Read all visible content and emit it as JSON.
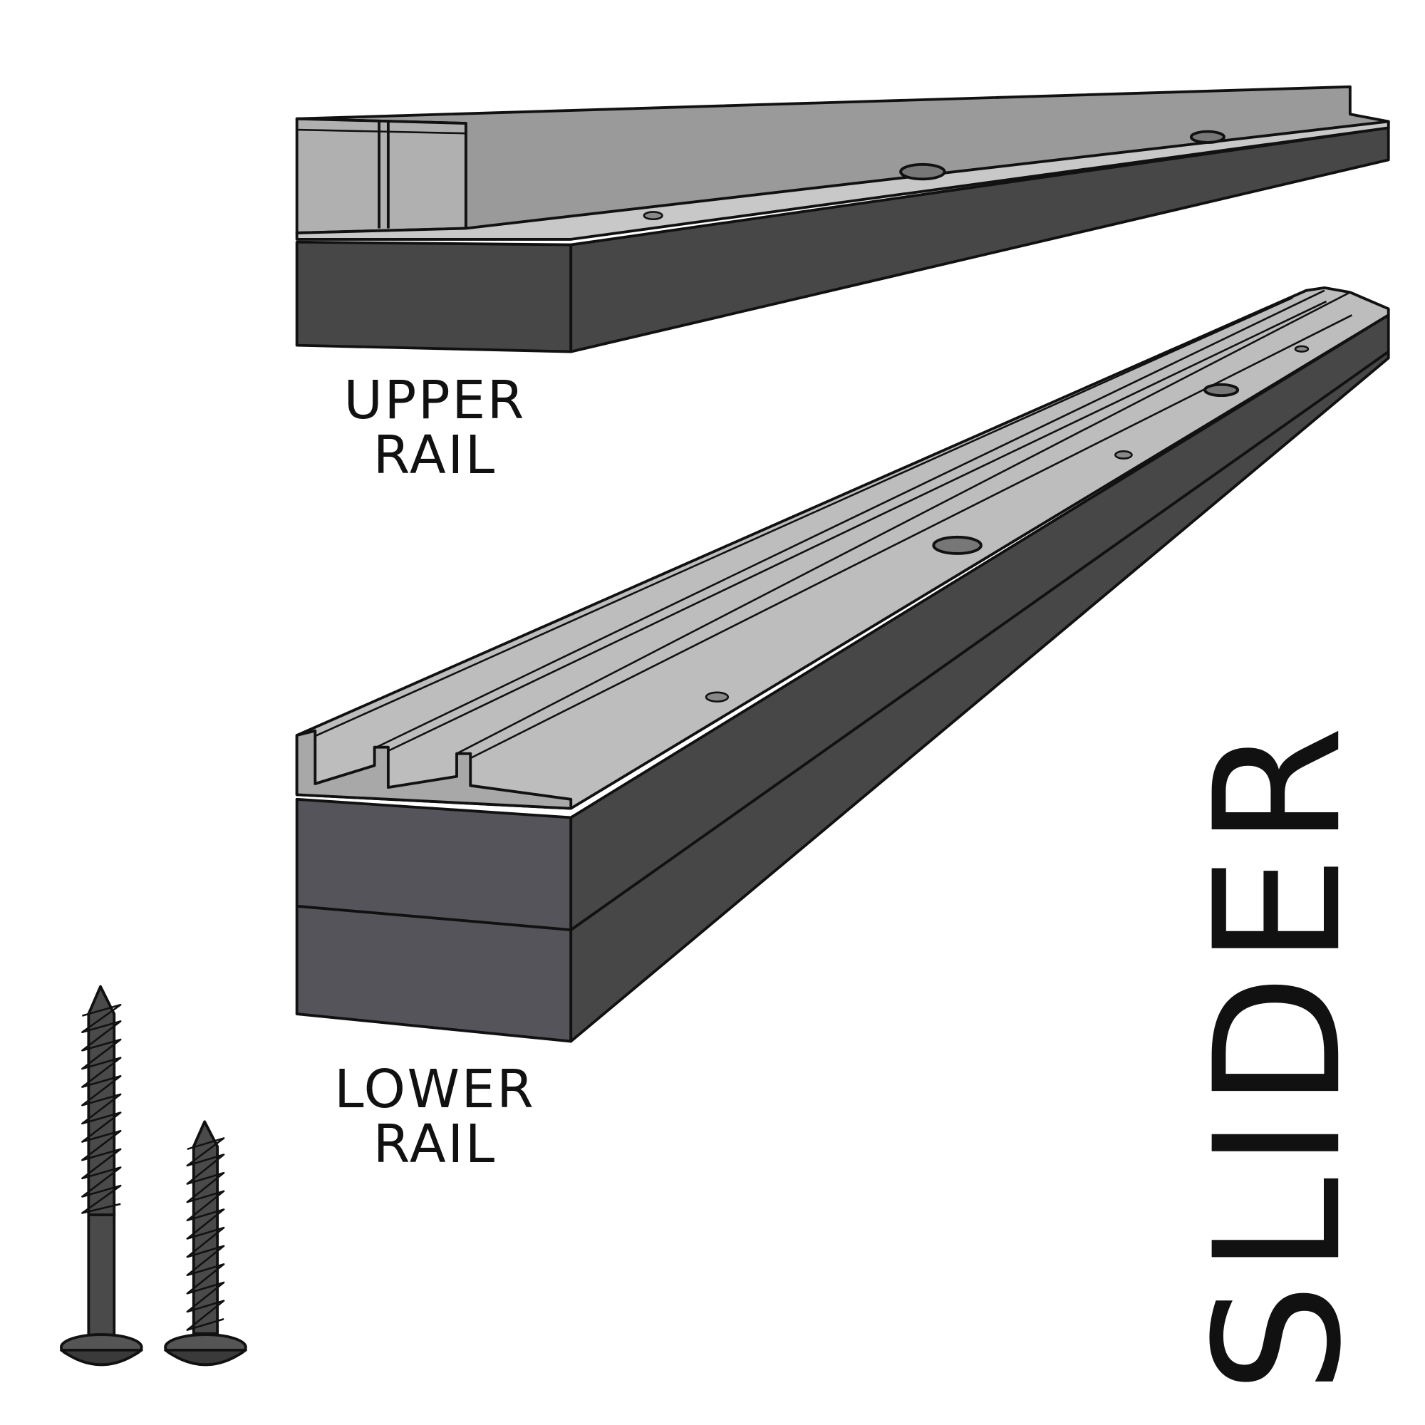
{
  "labels": {
    "upper_line1": "UPPER",
    "upper_line2": "RAIL",
    "lower_line1": "LOWER",
    "lower_line2": "RAIL",
    "title": "SLIDER"
  },
  "colors": {
    "block_dark": "#474747",
    "block_front": "#54545a",
    "aluminium_light": "#bdbdbd",
    "aluminium_mid": "#9a9a9a",
    "outline": "#111111"
  }
}
